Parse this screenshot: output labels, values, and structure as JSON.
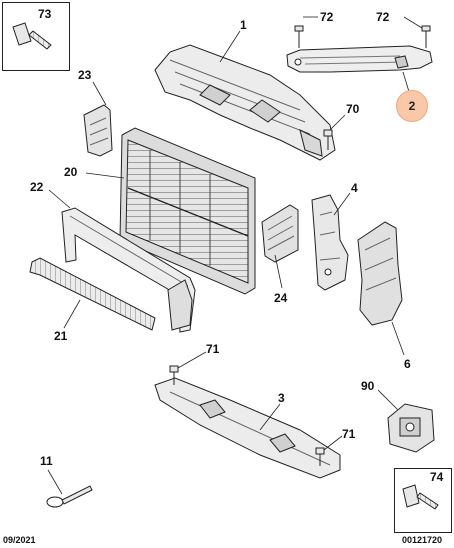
{
  "diagram": {
    "callouts": {
      "n73": "73",
      "n72a": "72",
      "n72b": "72",
      "n1": "1",
      "n2": "2",
      "n23": "23",
      "n70": "70",
      "n20": "20",
      "n22": "22",
      "n4": "4",
      "n24": "24",
      "n21": "21",
      "n6": "6",
      "n71a": "71",
      "n3": "3",
      "n90": "90",
      "n71b": "71",
      "n11": "11",
      "n74": "74"
    },
    "footer": {
      "date": "09/2021",
      "ref": "00121720"
    },
    "colors": {
      "line": "#222222",
      "fill_light": "#eeeeee",
      "fill_mid": "#d4d4d4",
      "highlight": "#f8c8a8"
    }
  }
}
